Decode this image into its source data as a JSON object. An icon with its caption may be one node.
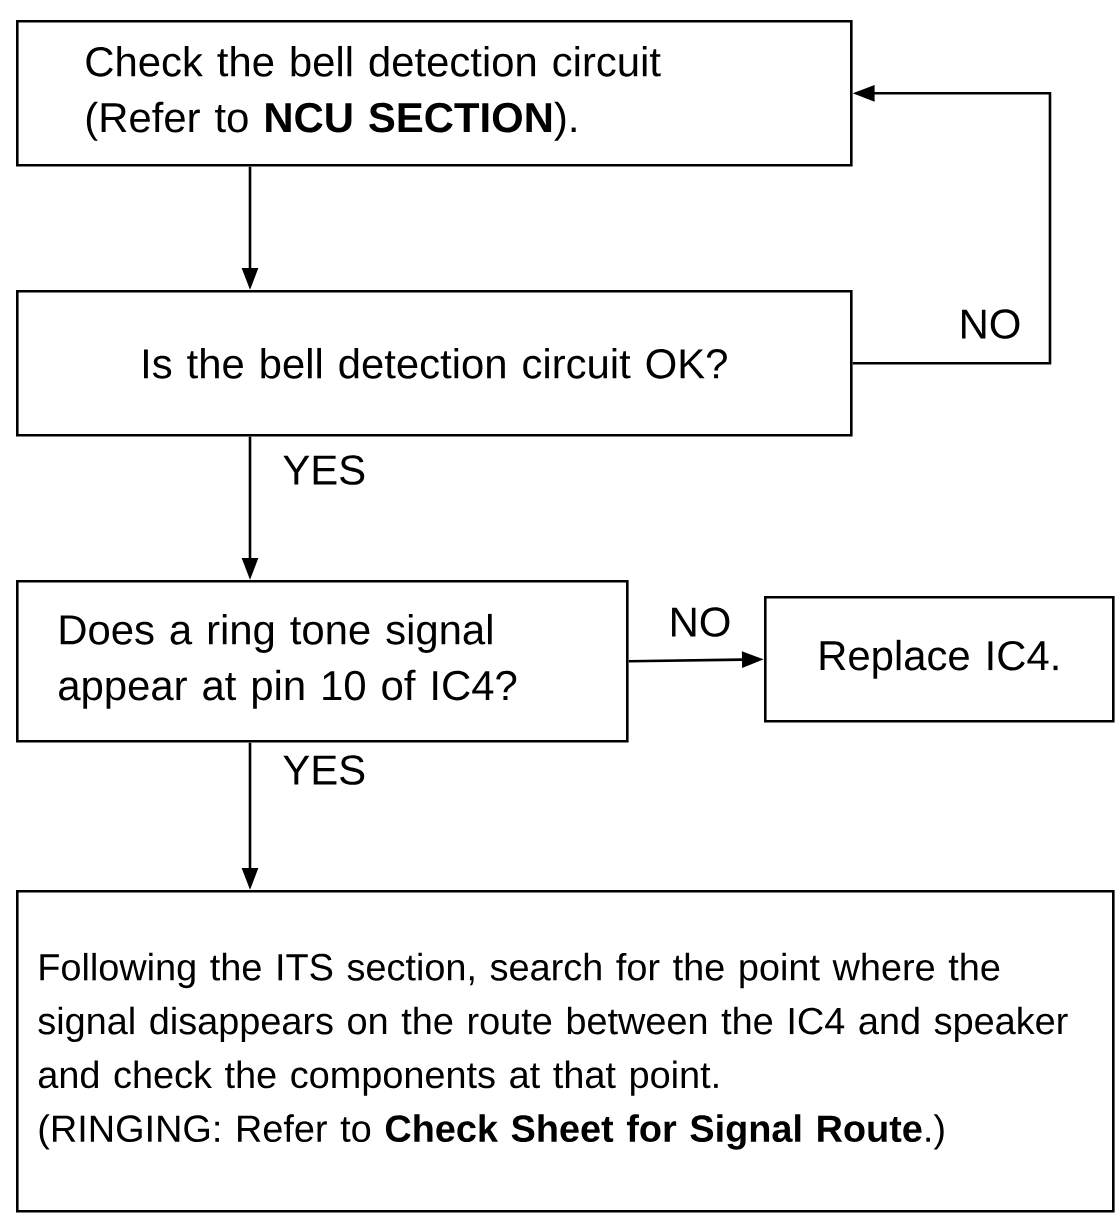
{
  "diagram": {
    "nodes": [
      {
        "text": [
          "Check the bell detection circuit (Refer to **NCU SECTION**)."
        ]
      },
      {
        "text": [
          "Is the bell detection circuit OK?"
        ]
      },
      {
        "text": [
          "Does a ring tone signal appear at pin 10 of IC4?"
        ]
      },
      {
        "text": [
          "Replace IC4."
        ]
      },
      {
        "text": [
          "Following the ITS section, search for the point where the signal disappears on the route between the IC4 and speaker and check the components at that point.",
          "(RINGING: Refer to **Check Sheet for Signal Route**.)"
        ]
      }
    ],
    "edges": [
      {
        "from": 0,
        "to": 1,
        "arrow": "to"
      },
      {
        "from": 1,
        "to": 0,
        "arrow": "to",
        "label": "NO"
      },
      {
        "from": 1,
        "to": 2,
        "arrow": "to",
        "label": "YES"
      },
      {
        "from": 2,
        "to": 3,
        "arrow": "to",
        "label": "NO"
      },
      {
        "from": 2,
        "to": 4,
        "arrow": "to",
        "label": "YES"
      }
    ]
  }
}
